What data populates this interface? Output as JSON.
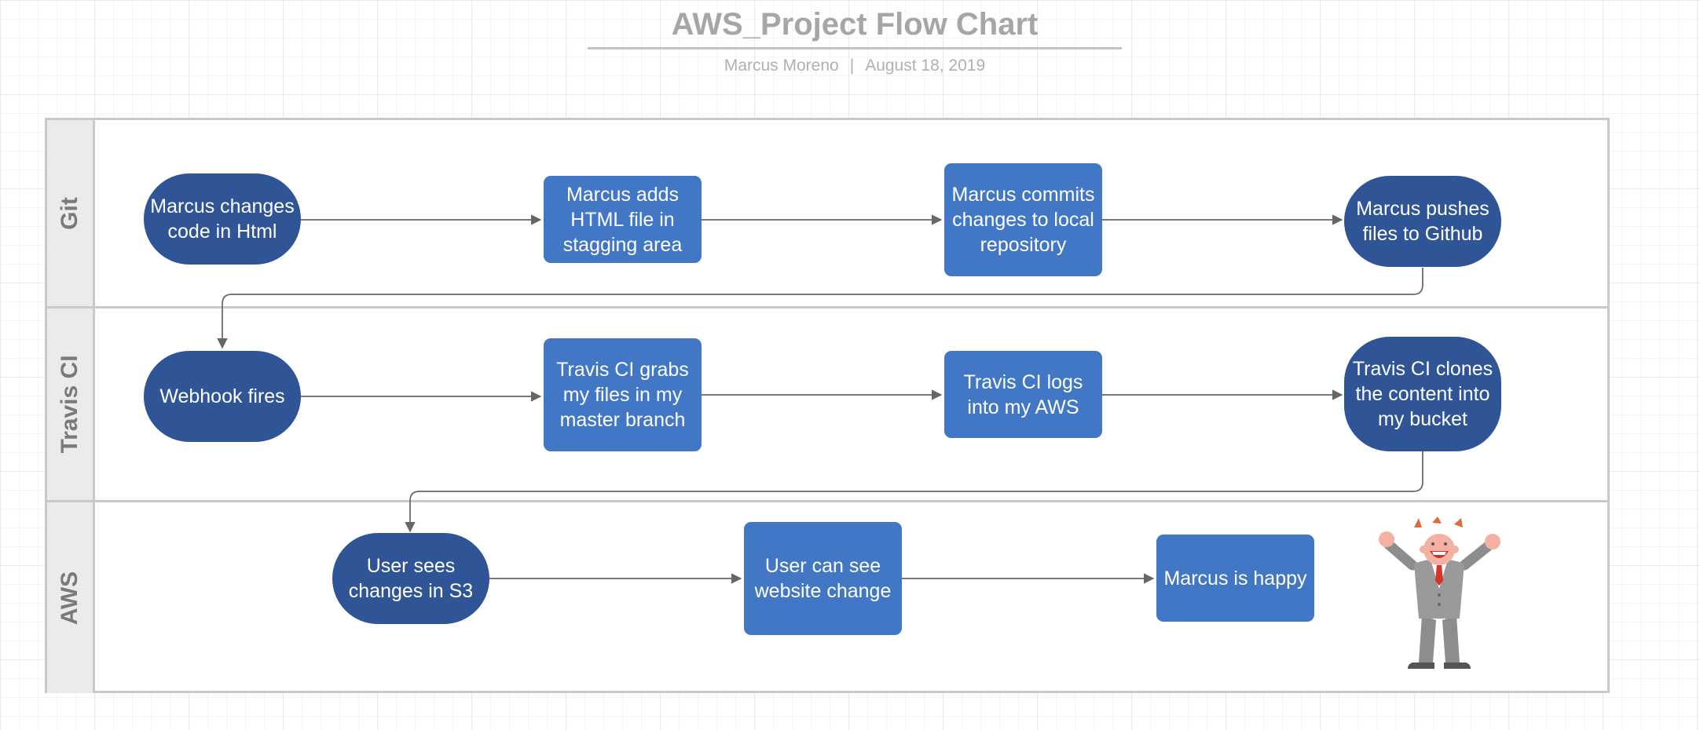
{
  "header": {
    "title": "AWS_Project Flow Chart",
    "author": "Marcus Moreno",
    "separator": "|",
    "date": "August 18, 2019"
  },
  "lanes": [
    {
      "id": "git",
      "label": "Git"
    },
    {
      "id": "travis",
      "label": "Travis CI"
    },
    {
      "id": "aws",
      "label": "AWS"
    }
  ],
  "nodes": {
    "git_change_code": {
      "text": "Marcus changes code in Html",
      "shape": "terminal"
    },
    "git_add_staging": {
      "text": "Marcus adds HTML file in stagging area",
      "shape": "process"
    },
    "git_commit": {
      "text": "Marcus commits changes to local repository",
      "shape": "process"
    },
    "git_push": {
      "text": "Marcus pushes files to Github",
      "shape": "terminal"
    },
    "ci_webhook": {
      "text": "Webhook fires",
      "shape": "terminal"
    },
    "ci_grab_files": {
      "text": "Travis CI grabs my files in my master branch",
      "shape": "process"
    },
    "ci_login_aws": {
      "text": "Travis CI logs into my AWS",
      "shape": "process"
    },
    "ci_clone_bucket": {
      "text": "Travis CI clones the content into my bucket",
      "shape": "terminal"
    },
    "aws_sees_s3": {
      "text": "User sees changes in S3",
      "shape": "terminal"
    },
    "aws_website_change": {
      "text": "User can see website change",
      "shape": "process"
    },
    "aws_happy": {
      "text": "Marcus is happy",
      "shape": "process"
    }
  },
  "edges": [
    [
      "git_change_code",
      "git_add_staging"
    ],
    [
      "git_add_staging",
      "git_commit"
    ],
    [
      "git_commit",
      "git_push"
    ],
    [
      "git_push",
      "ci_webhook"
    ],
    [
      "ci_webhook",
      "ci_grab_files"
    ],
    [
      "ci_grab_files",
      "ci_login_aws"
    ],
    [
      "ci_login_aws",
      "ci_clone_bucket"
    ],
    [
      "ci_clone_bucket",
      "aws_sees_s3"
    ],
    [
      "aws_sees_s3",
      "aws_website_change"
    ],
    [
      "aws_website_change",
      "aws_happy"
    ]
  ],
  "illustration": {
    "icon": "happy-businessman-icon"
  },
  "colors": {
    "terminal": "#2f5597",
    "process": "#4277c6",
    "connector": "#666666",
    "lane_header": "#ebebeb",
    "title": "#a6a6a6"
  }
}
